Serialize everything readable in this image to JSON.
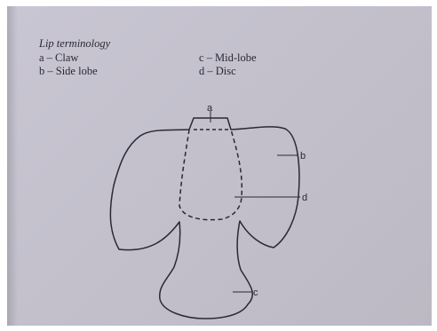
{
  "legend": {
    "title": "Lip terminology",
    "items": [
      {
        "key": "a",
        "label": "a – Claw"
      },
      {
        "key": "b",
        "label": "b – Side lobe"
      },
      {
        "key": "c",
        "label": "c – Mid-lobe"
      },
      {
        "key": "d",
        "label": "d – Disc"
      }
    ]
  },
  "diagram": {
    "labels": {
      "a": "a",
      "b": "b",
      "c": "c",
      "d": "d"
    }
  },
  "colors": {
    "page": "#c6c3cf",
    "ink": "#2a2833"
  }
}
